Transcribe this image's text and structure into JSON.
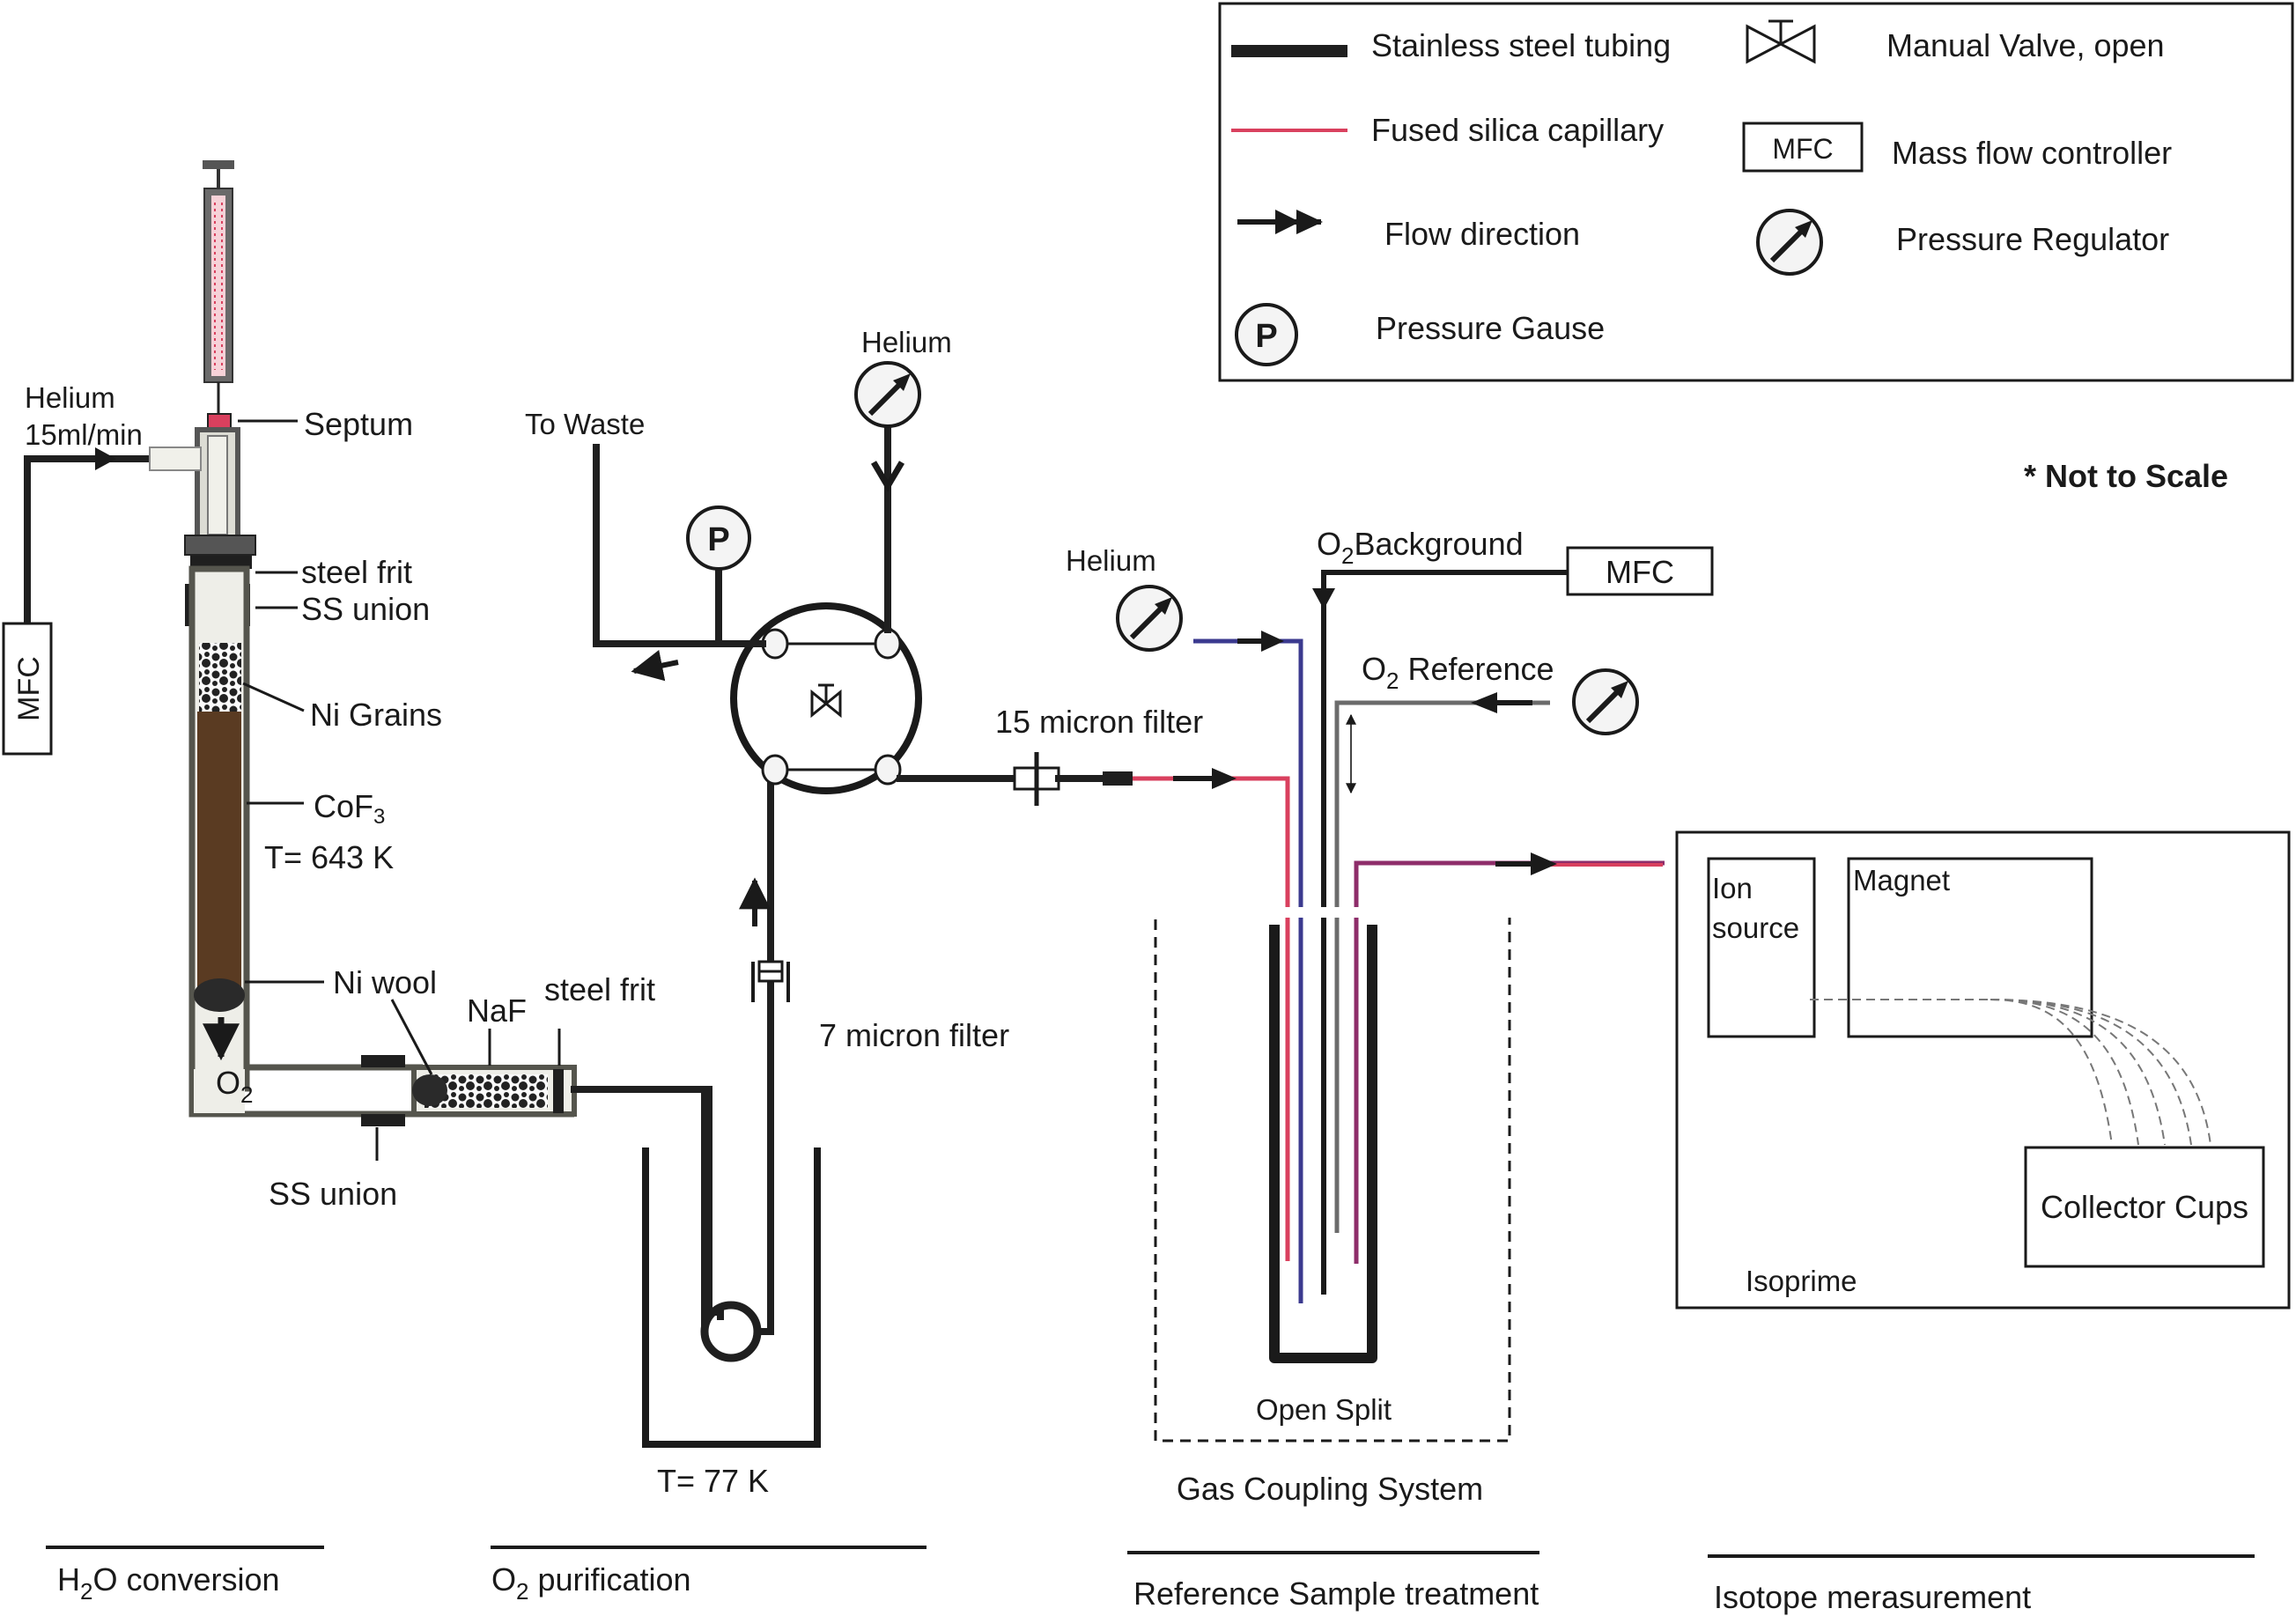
{
  "legend": {
    "stainless": "Stainless steel tubing",
    "fused": "Fused silica capillary",
    "flow": "Flow direction",
    "gauge": "Pressure Gause",
    "gauge_letter": "P",
    "valve": "Manual Valve, open",
    "mfc_box": "MFC",
    "mfc": "Mass flow controller",
    "regulator": "Pressure Regulator"
  },
  "note": "* Not to Scale",
  "h2o": {
    "helium": "Helium",
    "flow_rate": "15ml/min",
    "septum": "Septum",
    "steel_frit": "steel frit",
    "ss_union": "SS union",
    "ni_grains": "Ni Grains",
    "cof3_a": "CoF",
    "cof3_b": "3",
    "temp": "T= 643 K",
    "ni_wool": "Ni wool",
    "naf": "NaF",
    "steel_frit_2": "steel frit",
    "o2_a": "O",
    "o2_b": "2",
    "ss_union_2": "SS union",
    "mfc": "MFC"
  },
  "purification": {
    "to_waste": "To Waste",
    "gauge_letter": "P",
    "helium": "Helium",
    "filter15": "15 micron filter",
    "filter7": "7 micron filter",
    "temp": "T= 77 K"
  },
  "coupling": {
    "helium": "Helium",
    "o2_bg_a": "O",
    "o2_bg_b": "2",
    "o2_bg_c": "Background",
    "mfc": "MFC",
    "o2_ref_a": "O",
    "o2_ref_b": "2",
    "o2_ref_c": " Reference",
    "open_split": "Open Split",
    "system": "Gas Coupling System"
  },
  "isoprime": {
    "ion1": "Ion",
    "ion2": "source",
    "magnet": "Magnet",
    "collector": "Collector Cups",
    "name": "Isoprime"
  },
  "sections": {
    "s1_a": "H",
    "s1_b": "2",
    "s1_c": "O conversion",
    "s2_a": "O",
    "s2_b": "2",
    "s2_c": " purification",
    "s3": "Reference Sample treatment",
    "s4": "Isotope merasurement"
  },
  "colors": {
    "steel": "#1f1f1f",
    "fused_silica": "#d9405e",
    "helium_capillary": "#3b3a8f",
    "sample_capillary": "#8e2d6a",
    "reference_capillary": "#6b6b6b",
    "cof3_packing": "#5a3b22"
  }
}
